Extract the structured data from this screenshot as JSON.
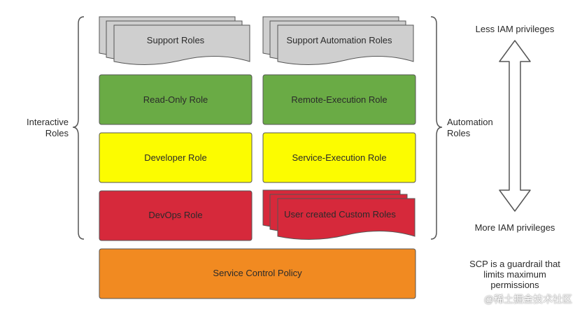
{
  "interactive_roles": {
    "line1": "Interactive",
    "line2": "Roles"
  },
  "automation_roles": {
    "line1": "Automation",
    "line2": "Roles"
  },
  "boxes": {
    "support": "Support Roles",
    "support_automation": "Support Automation Roles",
    "read_only": "Read-Only Role",
    "remote_execution": "Remote-Execution Role",
    "developer": "Developer Role",
    "service_execution": "Service-Execution Role",
    "devops": "DevOps Role",
    "custom": "User created Custom Roles",
    "scp": "Service Control Policy"
  },
  "privileges": {
    "less": "Less IAM privileges",
    "more": "More IAM privileges"
  },
  "scp_note": {
    "line1": "SCP is a guardrail that",
    "line2": "limits maximum",
    "line3": "permissions"
  },
  "watermark": "@稀土掘金技术社区",
  "colors": {
    "gray": "#cfcfcf",
    "green": "#6aab45",
    "yellow": "#fcfc00",
    "red": "#d6293b",
    "orange": "#f18a21",
    "stroke": "#555555"
  }
}
